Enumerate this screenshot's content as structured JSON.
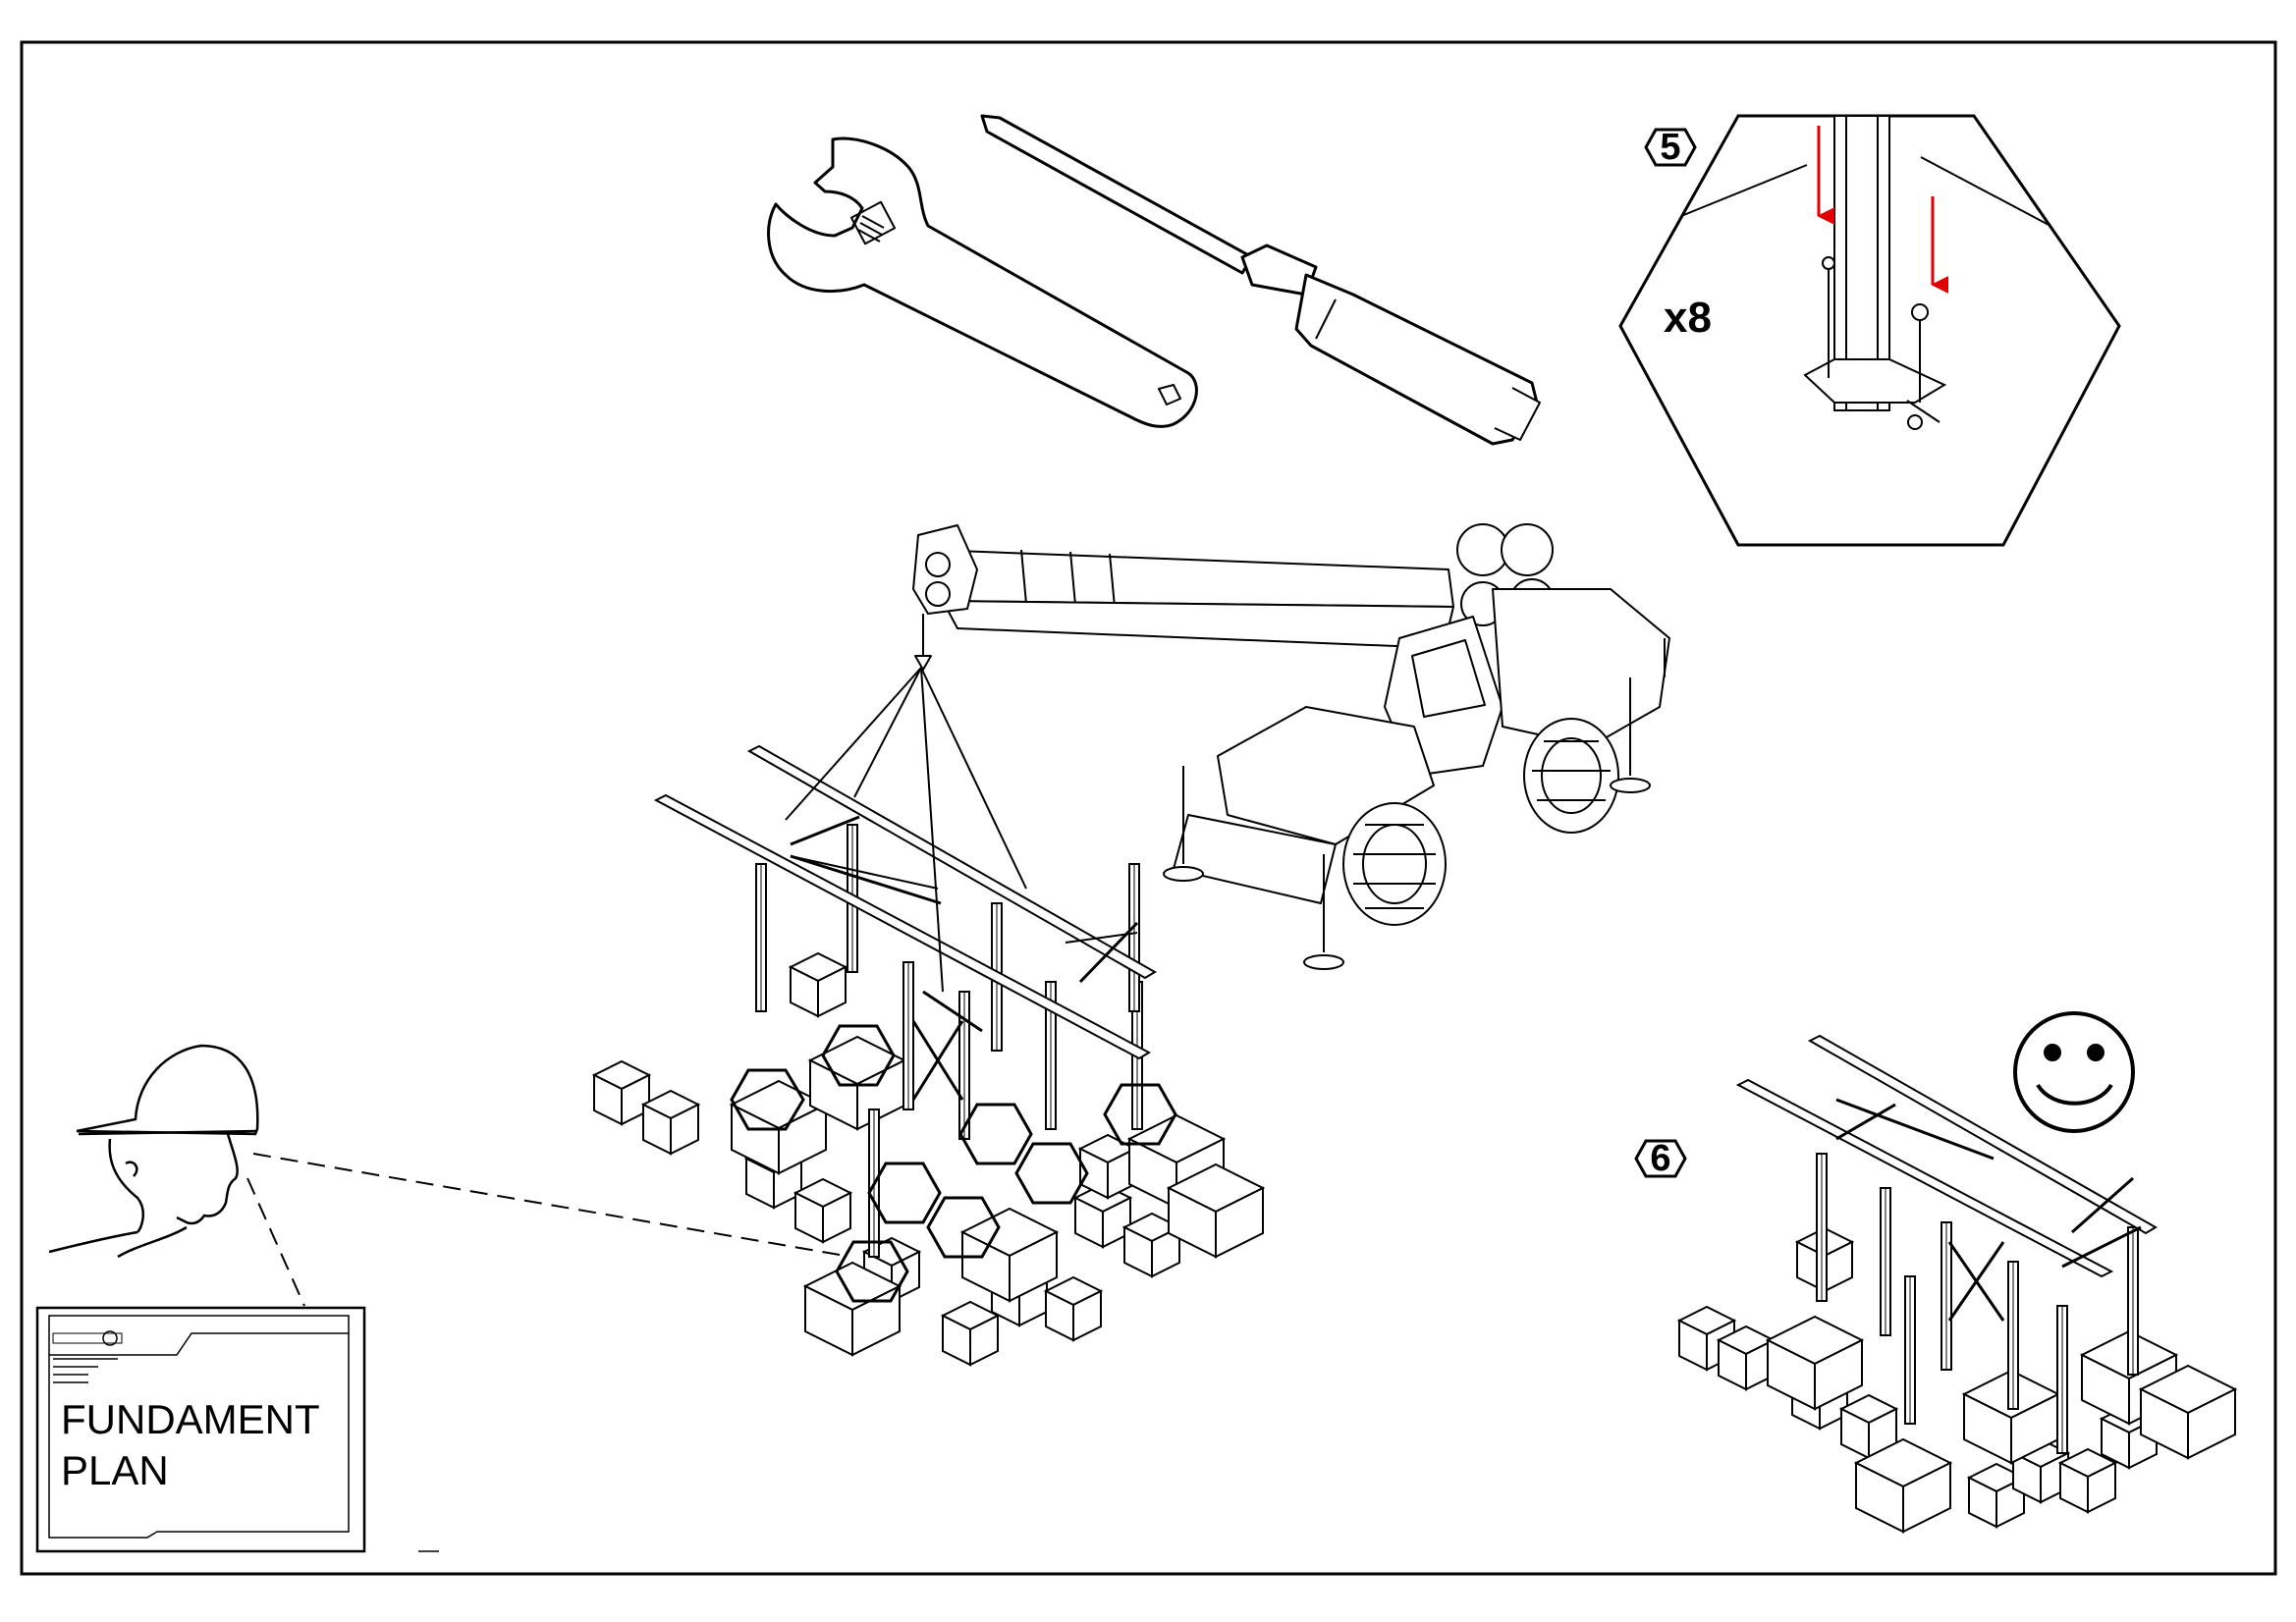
{
  "step5": {
    "number": "5",
    "multiplier": "x8"
  },
  "step6": {
    "number": "6"
  },
  "plan": {
    "line1": "FUNDAMENT",
    "line2": "PLAN"
  },
  "colors": {
    "line": "#000000",
    "arrow": "#e00000",
    "paper": "#ffffff"
  }
}
